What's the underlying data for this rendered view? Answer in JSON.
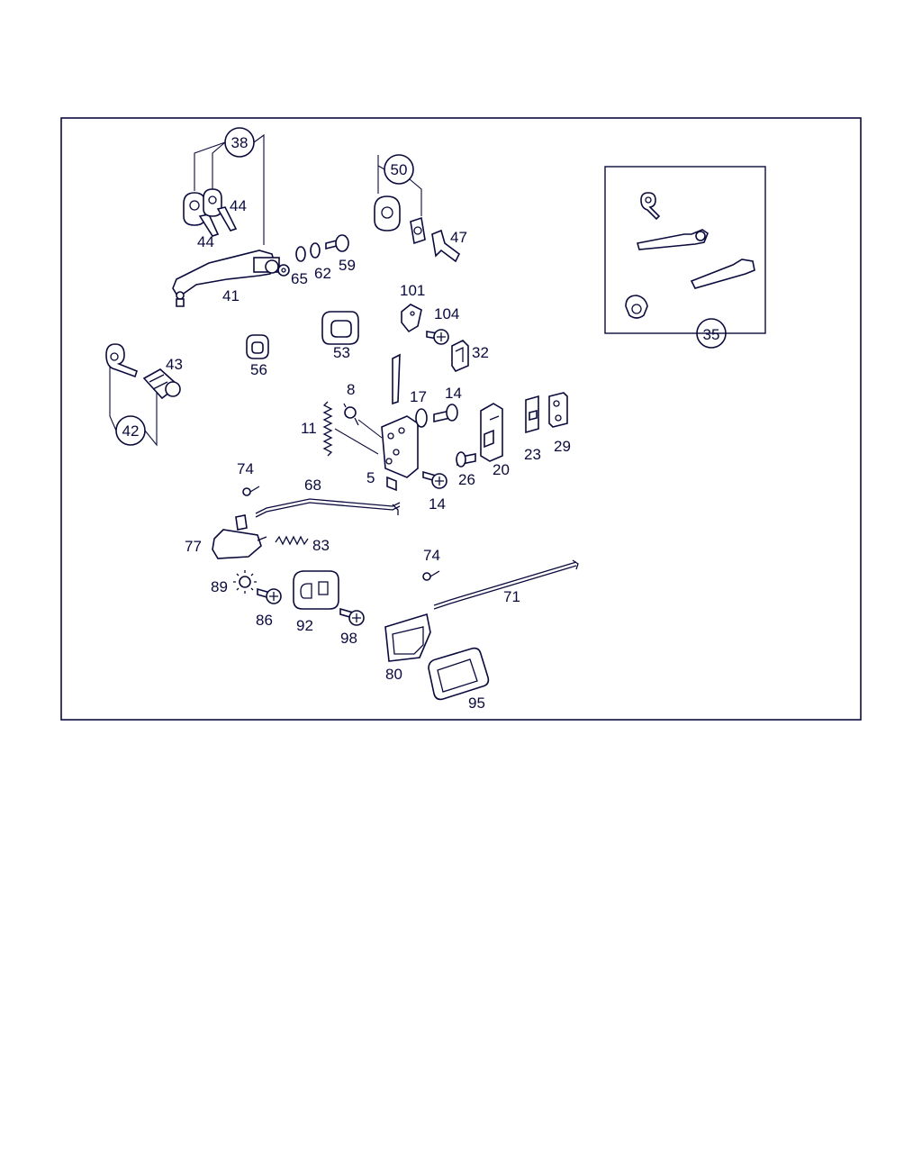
{
  "labels": {
    "p38": "38",
    "p44a": "44",
    "p44b": "44",
    "p41": "41",
    "p65": "65",
    "p62": "62",
    "p59": "59",
    "p50": "50",
    "p47": "47",
    "p35": "35",
    "p101": "101",
    "p104": "104",
    "p32": "32",
    "p53": "53",
    "p56": "56",
    "p43": "43",
    "p42": "42",
    "p8": "8",
    "p11": "11",
    "p17": "17",
    "p14a": "14",
    "p5": "5",
    "p14b": "14",
    "p26": "26",
    "p20": "20",
    "p23": "23",
    "p29": "29",
    "p74a": "74",
    "p68": "68",
    "p77": "77",
    "p83": "83",
    "p89": "89",
    "p86": "86",
    "p92": "92",
    "p98": "98",
    "p74b": "74",
    "p71": "71",
    "p80": "80",
    "p95": "95"
  },
  "colors": {
    "ink": "#0a0a3c",
    "background": "#ffffff"
  }
}
